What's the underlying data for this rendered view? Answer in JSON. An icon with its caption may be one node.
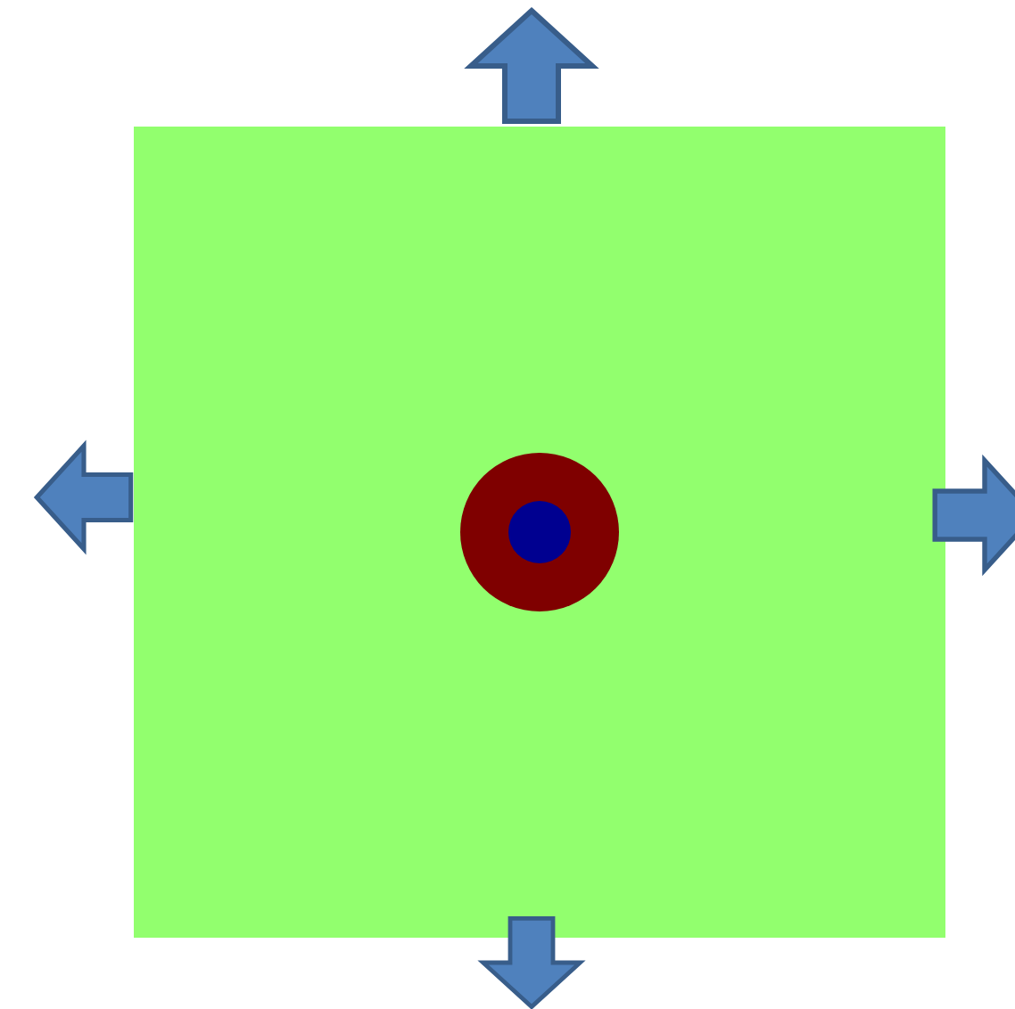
{
  "diagram": {
    "nodes": [
      {
        "text": [],
        "shape": "box"
      },
      {
        "text": [],
        "shape": "circle",
        "in": 0
      },
      {
        "text": [],
        "shape": "circle",
        "in": 1
      }
    ]
  }
}
